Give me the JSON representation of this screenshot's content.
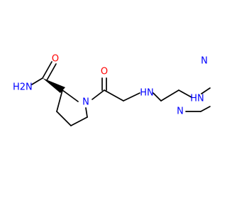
{
  "colors": {
    "bond": "#000000",
    "oxygen": "#ff0000",
    "nitrogen": "#0000ff"
  },
  "atoms": {
    "amide_nh2": "H2N",
    "amide_o": "O",
    "ring_n": "N",
    "carbonyl_o": "O",
    "amine_nh_1": "HN",
    "amine_nh_2": "HN",
    "pyridine_n": "N",
    "nitrile_n": "N"
  }
}
